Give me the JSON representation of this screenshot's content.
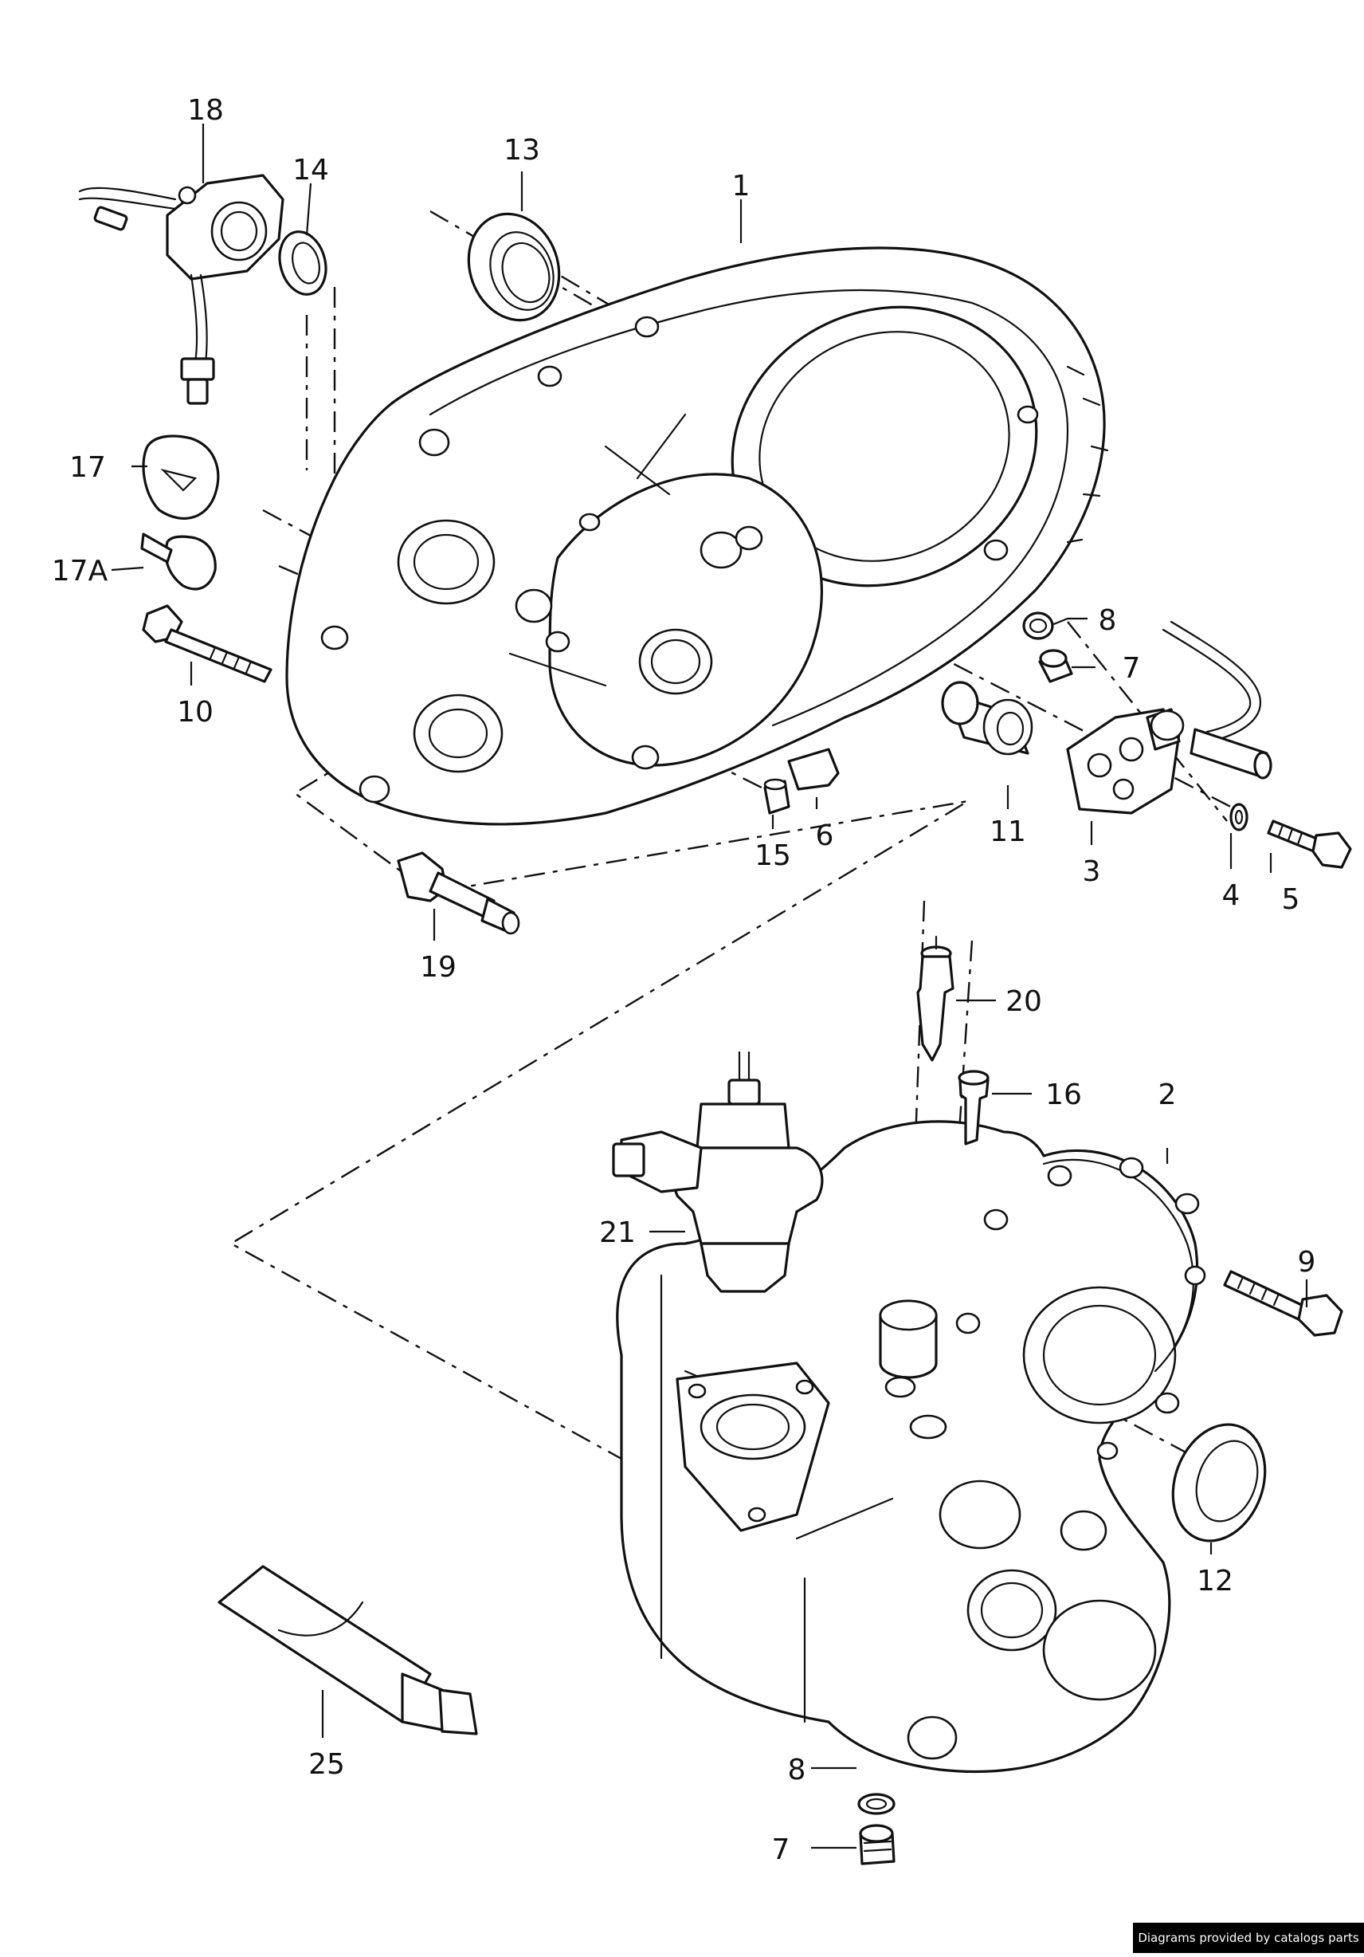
{
  "callouts": [
    {
      "id": "c1",
      "text": "1"
    },
    {
      "id": "c2",
      "text": "2"
    },
    {
      "id": "c3",
      "text": "3"
    },
    {
      "id": "c4",
      "text": "4"
    },
    {
      "id": "c5",
      "text": "5"
    },
    {
      "id": "c6",
      "text": "6"
    },
    {
      "id": "c7a",
      "text": "7"
    },
    {
      "id": "c7b",
      "text": "7"
    },
    {
      "id": "c8a",
      "text": "8"
    },
    {
      "id": "c8b",
      "text": "8"
    },
    {
      "id": "c9",
      "text": "9"
    },
    {
      "id": "c10",
      "text": "10"
    },
    {
      "id": "c11",
      "text": "11"
    },
    {
      "id": "c12",
      "text": "12"
    },
    {
      "id": "c13",
      "text": "13"
    },
    {
      "id": "c14",
      "text": "14"
    },
    {
      "id": "c15",
      "text": "15"
    },
    {
      "id": "c16",
      "text": "16"
    },
    {
      "id": "c17",
      "text": "17"
    },
    {
      "id": "c17a",
      "text": "17A"
    },
    {
      "id": "c18",
      "text": "18"
    },
    {
      "id": "c19",
      "text": "19"
    },
    {
      "id": "c20",
      "text": "20"
    },
    {
      "id": "c21",
      "text": "21"
    },
    {
      "id": "c25",
      "text": "25"
    }
  ],
  "credit": "Diagrams provided by catalogs parts"
}
